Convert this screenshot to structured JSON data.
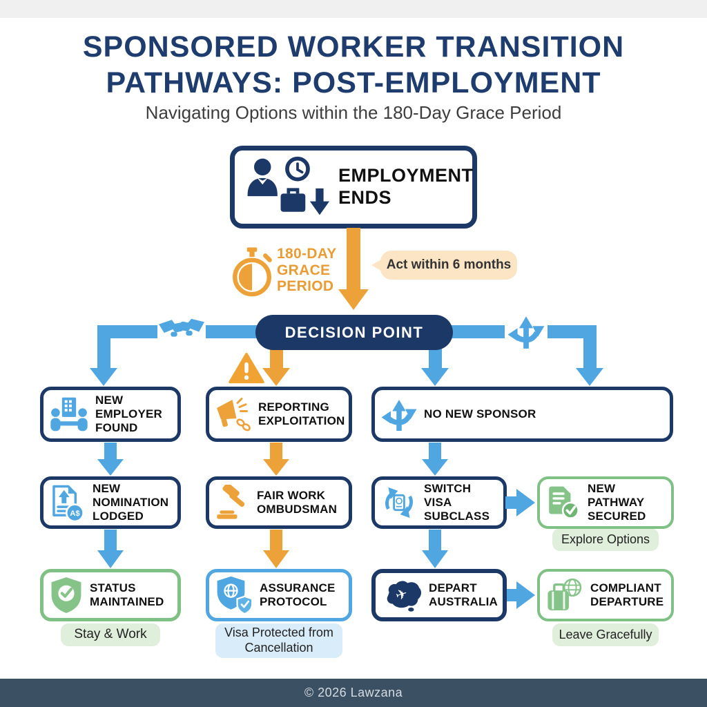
{
  "header": {
    "title_line1": "SPONSORED WORKER TRANSITION",
    "title_line2": "PATHWAYS: POST-EMPLOYMENT",
    "subtitle": "Navigating Options within the 180-Day Grace Period"
  },
  "start": {
    "label": "EMPLOYMENT ENDS"
  },
  "grace_period": {
    "label": "180-DAY GRACE PERIOD",
    "callout": "Act within 6 months"
  },
  "decision": {
    "label": "DECISION POINT"
  },
  "branch_left": {
    "step1": "NEW EMPLOYER FOUND",
    "step2": "NEW NOMINATION LODGED",
    "step3": "STATUS MAINTAINED",
    "outcome": "Stay & Work"
  },
  "branch_middle": {
    "step1": "REPORTING EXPLOITATION",
    "step2": "FAIR WORK OMBUDSMAN",
    "step3": "ASSURANCE PROTOCOL",
    "outcome": "Visa Protected from Cancellation"
  },
  "branch_right": {
    "step1": "NO NEW SPONSOR",
    "path_a": {
      "step": "SWITCH VISA SUBCLASS",
      "result": "NEW PATHWAY SECURED",
      "outcome": "Explore Options"
    },
    "path_b": {
      "step": "DEPART AUSTRALIA",
      "result": "COMPLIANT DEPARTURE",
      "outcome": "Leave Gracefully"
    }
  },
  "icons": {
    "nomination_badge": "A$"
  },
  "footer": {
    "copyright": "© 2026 Lawzana"
  },
  "colors": {
    "navy": "#1c3866",
    "blue": "#4fa6e0",
    "orange": "#eda239",
    "green": "#85c389",
    "green_border": "#7fc084",
    "light_green": "#dfefdb",
    "light_blue": "#d9ecf9",
    "callout_bg": "#fbe5c5",
    "footer_bg": "#3c5063",
    "title": "#1e3d6e"
  }
}
